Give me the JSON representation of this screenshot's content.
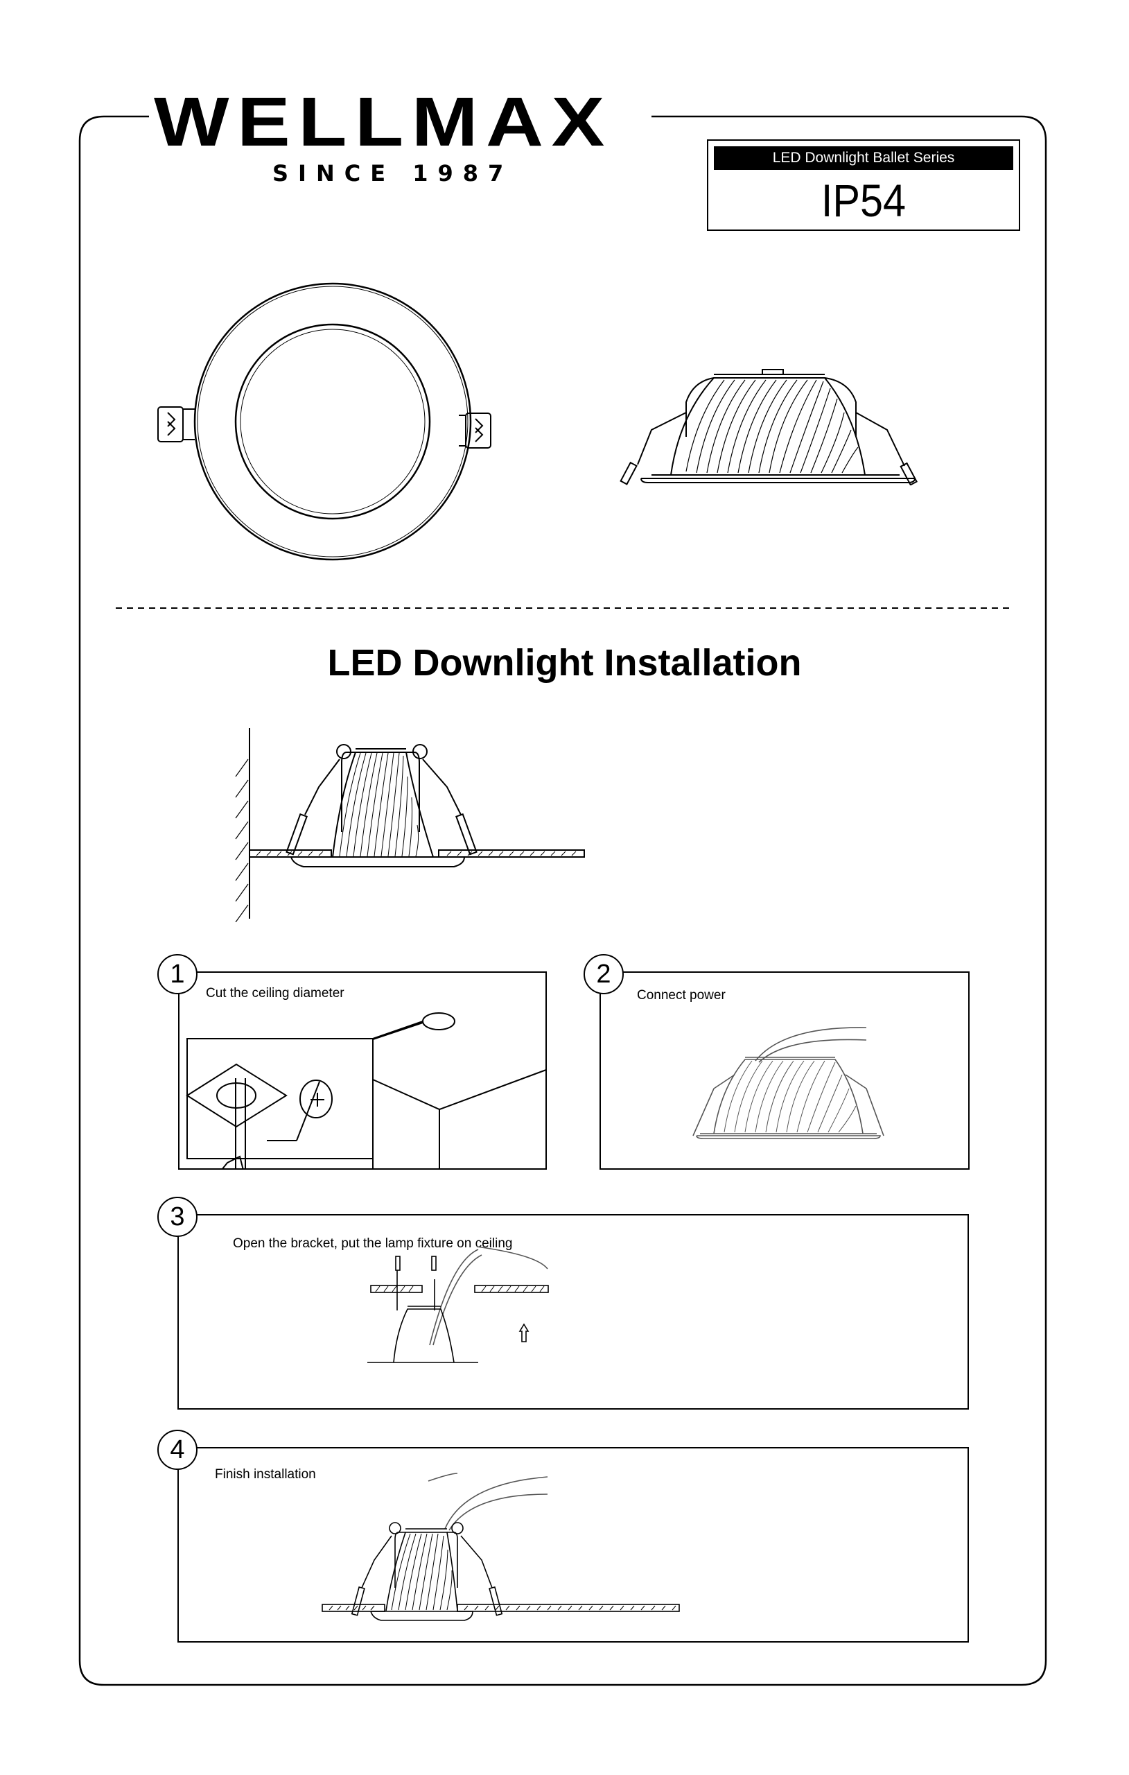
{
  "brand": {
    "name": "WELLMAX",
    "tagline": "SINCE 1987"
  },
  "product": {
    "series": "LED Downlight Ballet Series",
    "rating": "IP54"
  },
  "figures": {
    "top_view": "downlight-top-view-drawing",
    "side_view": "downlight-side-view-drawing",
    "installed_view": "downlight-installed-cross-section"
  },
  "installation": {
    "title": "LED Downlight Installation",
    "steps": [
      {
        "number": "1",
        "text": "Cut the ceiling diameter"
      },
      {
        "number": "2",
        "text": "Connect power"
      },
      {
        "number": "3",
        "text": "Open the bracket, put the lamp fixture on ceiling"
      },
      {
        "number": "4",
        "text": "Finish installation"
      }
    ]
  },
  "colors": {
    "ink": "#000000",
    "paper": "#ffffff"
  }
}
